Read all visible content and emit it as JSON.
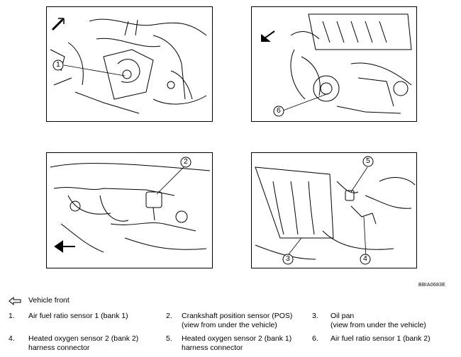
{
  "figure_code": "BBIA0683E",
  "callouts": [
    "1",
    "6",
    "2",
    "5",
    "3",
    "4"
  ],
  "legend": {
    "front_label": "Vehicle front",
    "items": [
      {
        "num": "1.",
        "line1": "Air fuel ratio sensor 1 (bank 1)",
        "line2": ""
      },
      {
        "num": "2.",
        "line1": "Crankshaft position sensor (POS)",
        "line2": "(view from under the vehicle)"
      },
      {
        "num": "3.",
        "line1": "Oil pan",
        "line2": "(view from under the vehicle)"
      },
      {
        "num": "4.",
        "line1": "Heated oxygen sensor 2 (bank 2)",
        "line2": "harness connector"
      },
      {
        "num": "5.",
        "line1": "Heated oxygen sensor 2 (bank 1)",
        "line2": "harness connector"
      },
      {
        "num": "6.",
        "line1": "Air fuel ratio sensor 1 (bank 2)",
        "line2": ""
      }
    ]
  }
}
